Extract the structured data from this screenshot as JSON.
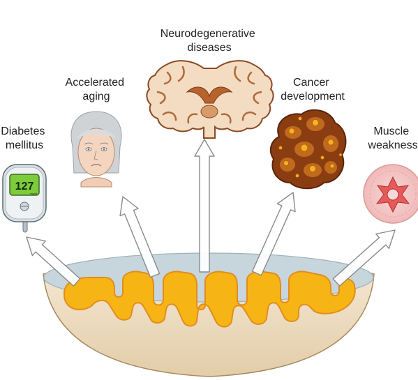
{
  "labels": {
    "diabetes": [
      "Diabetes",
      "mellitus"
    ],
    "aging": [
      "Accelerated",
      "aging"
    ],
    "neuro": [
      "Neurodegenerative",
      "diseases"
    ],
    "cancer": [
      "Cancer",
      "development"
    ],
    "muscle": [
      "Muscle",
      "weakness"
    ]
  },
  "glucometer": {
    "reading": "127",
    "unit": "mg/dl"
  },
  "colors": {
    "matrix": "#f7b515",
    "matrix_edge": "#e9962a",
    "outer_membrane": "#efe0c8",
    "intermembrane": "#c9d6dc",
    "arrow_fill": "#ffffff",
    "arrow_stroke": "#8a8a8a",
    "brain_tissue": "#f3dcc2",
    "brain_edge": "#8a4a25",
    "tumor": "#8b3d12",
    "tumor_spot": "#f0a020",
    "muscle_fiber": "#f4c9c9",
    "meter_screen": "#7ecb3c"
  }
}
